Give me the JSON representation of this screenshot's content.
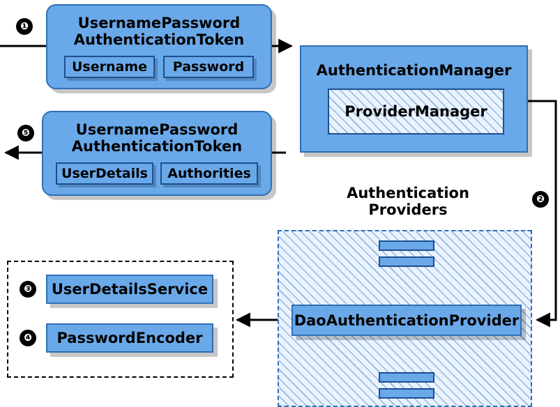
{
  "diagram": {
    "title": "Spring Security DaoAuthenticationProvider flow",
    "colors": {
      "box_fill": "#6aa9e9",
      "box_border": "#2f6fb5",
      "inner_border": "#1c4f8f",
      "hatch_fill": "#eaf3fd",
      "marker_fill": "#000000",
      "marker_text": "#ffffff"
    },
    "markers": [
      {
        "id": "m1",
        "label": "❶"
      },
      {
        "id": "m2",
        "label": "❷"
      },
      {
        "id": "m3",
        "label": "❸"
      },
      {
        "id": "m4",
        "label": "❹"
      },
      {
        "id": "m5",
        "label": "❺"
      }
    ],
    "nodes": {
      "token_in": {
        "line1": "UsernamePassword",
        "line2": "AuthenticationToken",
        "fields": [
          "Username",
          "Password"
        ]
      },
      "token_out": {
        "line1": "UsernamePassword",
        "line2": "AuthenticationToken",
        "fields": [
          "UserDetails",
          "Authorities"
        ]
      },
      "auth_manager": {
        "label": "AuthenticationManager",
        "inner": "ProviderManager"
      },
      "providers_caption": {
        "line1": "Authentication",
        "line2": "Providers"
      },
      "dao_provider": {
        "label": "DaoAuthenticationProvider"
      },
      "services": [
        {
          "label": "UserDetailsService"
        },
        {
          "label": "PasswordEncoder"
        }
      ]
    }
  }
}
